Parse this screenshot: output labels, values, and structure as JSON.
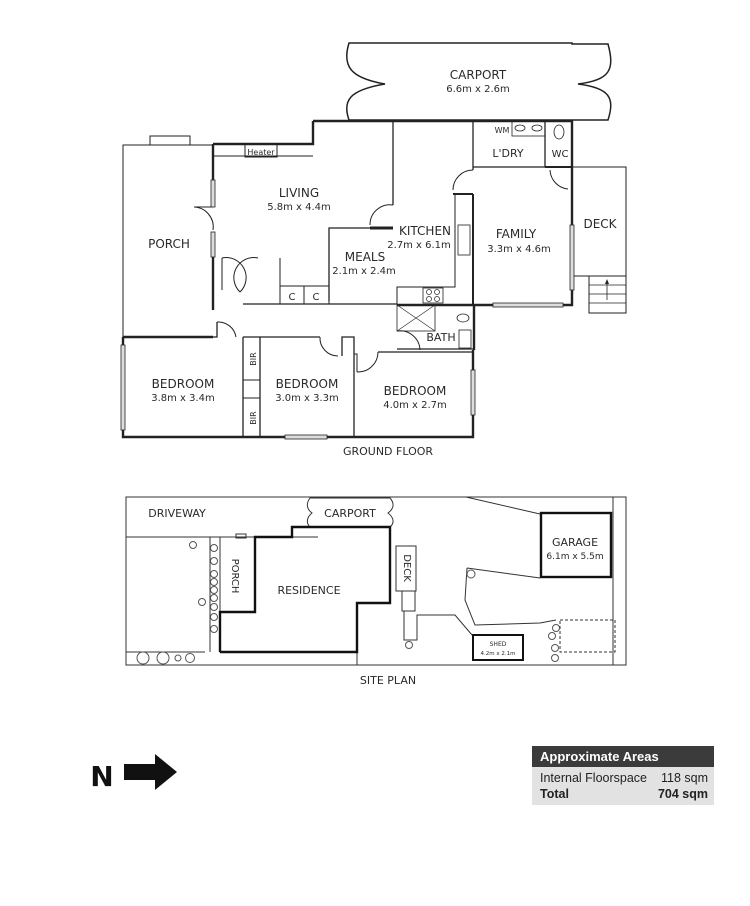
{
  "ground_floor": {
    "title": "GROUND FLOOR",
    "rooms": {
      "carport": {
        "name": "CARPORT",
        "dims": "6.6m x 2.6m"
      },
      "laundry": {
        "name": "L'DRY"
      },
      "wm": {
        "name": "WM"
      },
      "wc": {
        "name": "WC"
      },
      "living": {
        "name": "LIVING",
        "dims": "5.8m x 4.4m"
      },
      "heater": {
        "name": "Heater"
      },
      "porch": {
        "name": "PORCH"
      },
      "kitchen": {
        "name": "KITCHEN",
        "dims": "2.7m x 6.1m"
      },
      "meals": {
        "name": "MEALS",
        "dims": "2.1m x 2.4m"
      },
      "family": {
        "name": "FAMILY",
        "dims": "3.3m x 4.6m"
      },
      "deck": {
        "name": "DECK"
      },
      "bath": {
        "name": "BATH"
      },
      "cupboard1": {
        "name": "C"
      },
      "cupboard2": {
        "name": "C"
      },
      "bedroom1": {
        "name": "BEDROOM",
        "dims": "3.8m x 3.4m"
      },
      "bedroom2": {
        "name": "BEDROOM",
        "dims": "3.0m x 3.3m"
      },
      "bedroom3": {
        "name": "BEDROOM",
        "dims": "4.0m x 2.7m"
      },
      "bir1": {
        "name": "BIR"
      },
      "bir2": {
        "name": "BIR"
      }
    }
  },
  "site_plan": {
    "title": "SITE PLAN",
    "labels": {
      "driveway": "DRIVEWAY",
      "carport": "CARPORT",
      "porch": "PORCH",
      "residence": "RESIDENCE",
      "deck": "DECK",
      "garage": "GARAGE",
      "garage_dims": "6.1m x 5.5m",
      "shed": "SHED",
      "shed_dims": "4.2m x 2.1m"
    }
  },
  "compass": {
    "letter": "N",
    "icon": "arrow-right-icon"
  },
  "areas": {
    "header": "Approximate Areas",
    "rows": [
      {
        "label": "Internal Floorspace",
        "value": "118 sqm"
      },
      {
        "label": "Total",
        "value": "704 sqm"
      }
    ]
  }
}
